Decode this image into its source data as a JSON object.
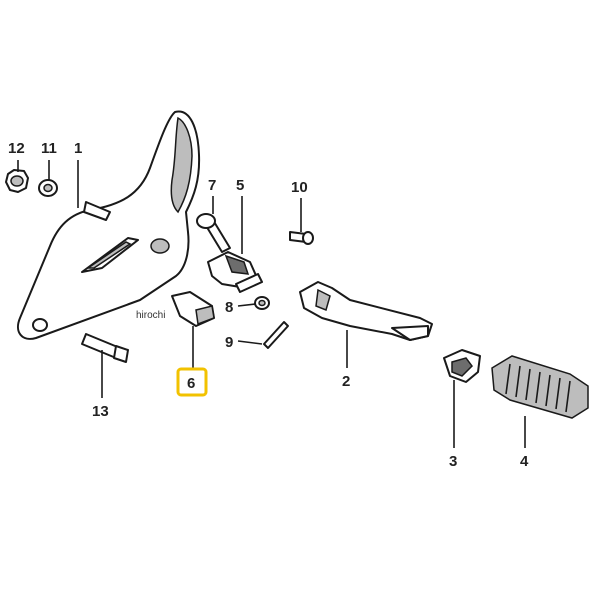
{
  "callouts": {
    "c1": "1",
    "c2": "2",
    "c3": "3",
    "c4": "4",
    "c5": "5",
    "c6": "6",
    "c7": "7",
    "c8": "8",
    "c9": "9",
    "c10": "10",
    "c11": "11",
    "c12": "12",
    "c13": "13"
  },
  "highlighted_callout": "6",
  "highlight_color": "#f2c200",
  "watermark": "hirochi"
}
